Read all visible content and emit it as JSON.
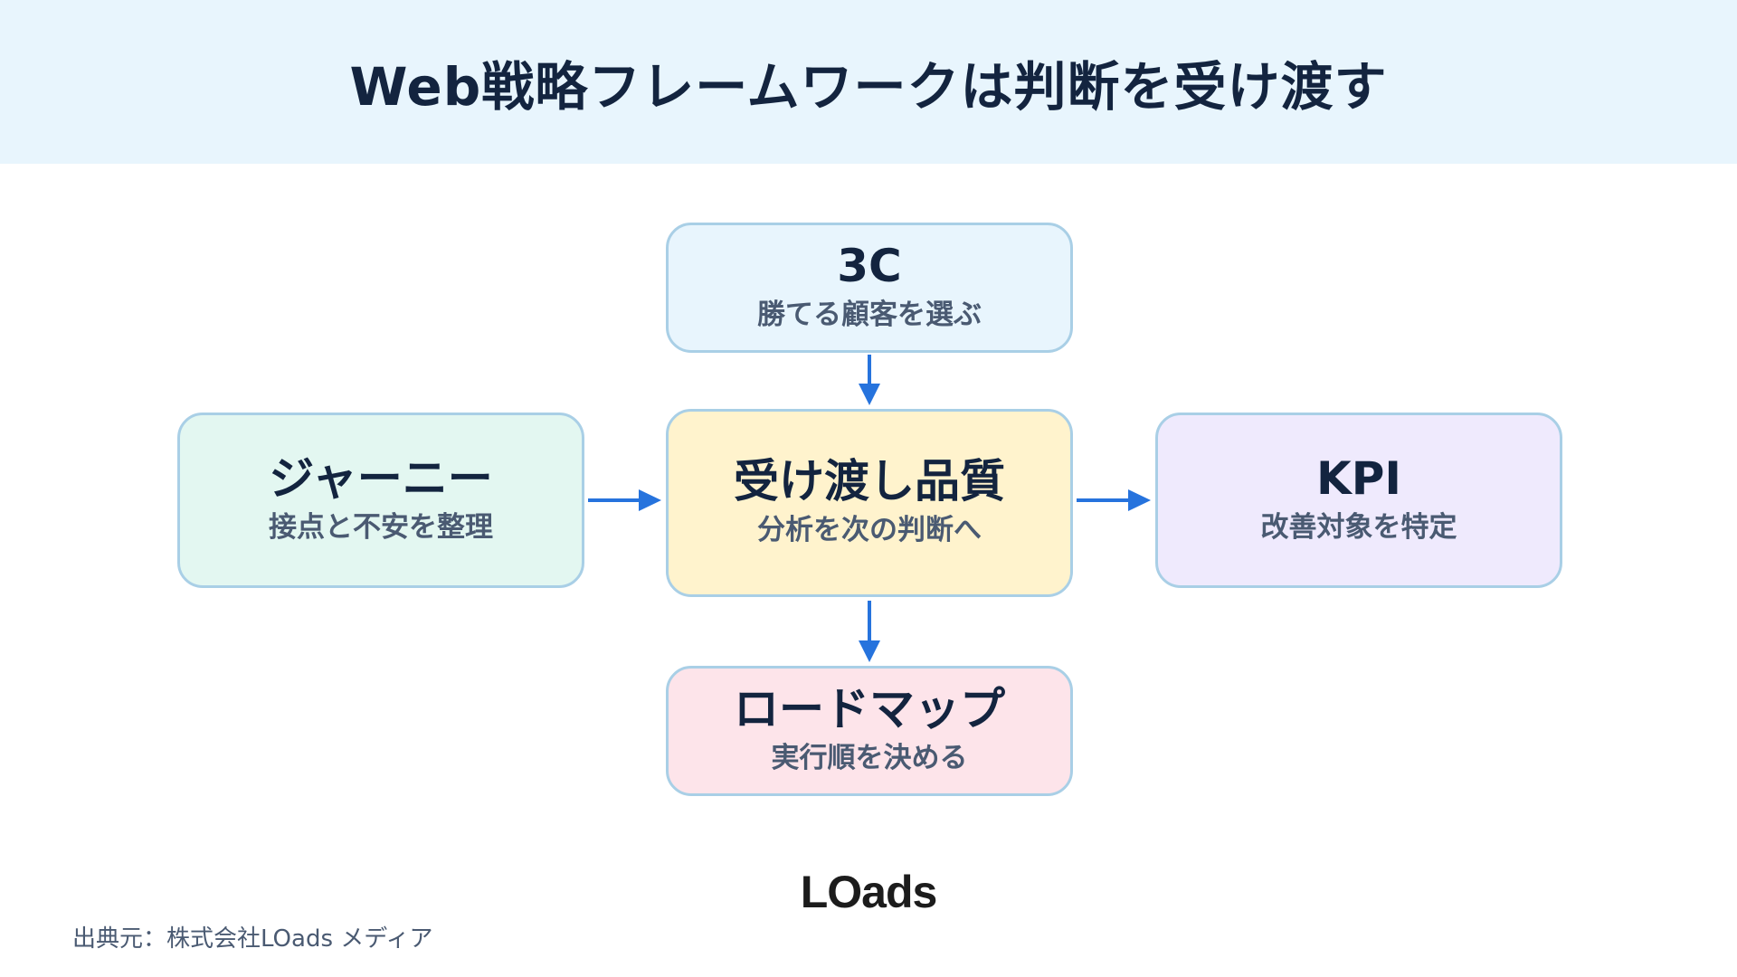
{
  "header": {
    "title": "Web戦略フレームワークは判断を受け渡す"
  },
  "nodes": {
    "c3": {
      "title": "3C",
      "subtitle": "勝てる顧客を選ぶ"
    },
    "center": {
      "title": "受け渡し品質",
      "subtitle": "分析を次の判断へ"
    },
    "journey": {
      "title": "ジャーニー",
      "subtitle": "接点と不安を整理"
    },
    "kpi": {
      "title": "KPI",
      "subtitle": "改善対象を特定"
    },
    "roadmap": {
      "title": "ロードマップ",
      "subtitle": "実行順を決める"
    }
  },
  "footer": {
    "logo_text": "LOads",
    "source": "出典元：株式会社LOads メディア"
  },
  "colors": {
    "arrow": "#2673dd",
    "header_bg": "#e8f5fd",
    "title_text": "#13243f",
    "sub_text": "#4a5a72",
    "node_border": "#a9cfe6",
    "c3_bg": "#e8f5fd",
    "center_bg": "#fff3cd",
    "journey_bg": "#e3f7f1",
    "kpi_bg": "#efeafd",
    "roadmap_bg": "#fde4ea"
  }
}
